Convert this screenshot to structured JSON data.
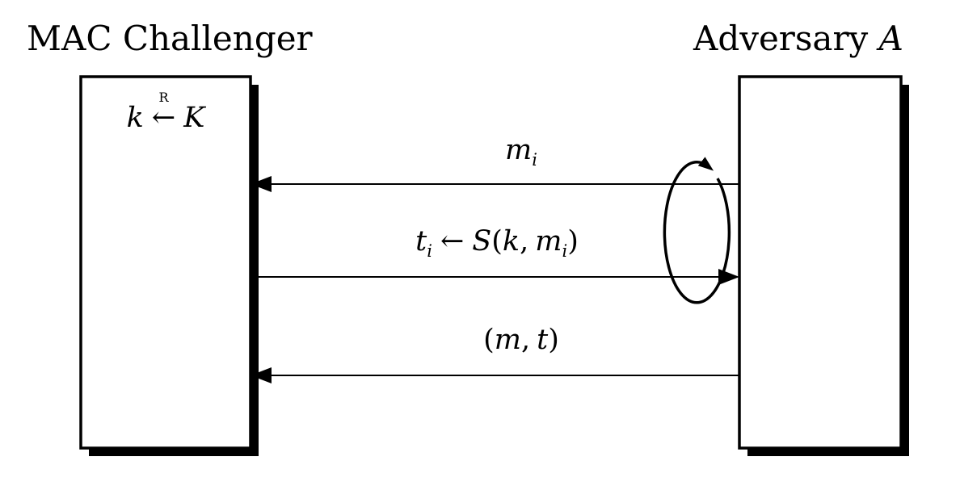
{
  "participants": {
    "challenger_title": "MAC Challenger",
    "adversary_title": "Adversary",
    "adversary_symbol": "A"
  },
  "challenger": {
    "key_var": "k",
    "key_arrow": "←",
    "key_random_label": "R",
    "key_space": "K"
  },
  "messages": {
    "query": {
      "var": "m",
      "sub": "i"
    },
    "response": {
      "var": "t",
      "sub": "i",
      "arrow": "←",
      "func": "S",
      "open": "(",
      "arg1": "k",
      "comma": ",",
      "arg2": "m",
      "arg2_sub": "i",
      "close": ")"
    },
    "forgery": {
      "open": "(",
      "var1": "m",
      "comma": ",",
      "var2": "t",
      "close": ")"
    }
  },
  "colors": {
    "ink": "#000000",
    "paper": "#ffffff"
  }
}
